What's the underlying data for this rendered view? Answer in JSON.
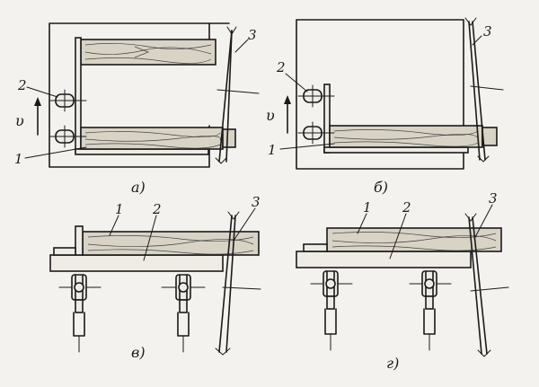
{
  "panels": [
    {
      "letter": "а)",
      "labels": {
        "one": "1",
        "two": "2",
        "three": "3",
        "speed": "υ"
      }
    },
    {
      "letter": "б)",
      "labels": {
        "one": "1",
        "two": "2",
        "three": "3",
        "speed": "υ"
      }
    },
    {
      "letter": "в)",
      "labels": {
        "one": "1",
        "two": "2",
        "three": "3"
      }
    },
    {
      "letter": "г)",
      "labels": {
        "one": "1",
        "two": "2",
        "three": "3"
      }
    }
  ]
}
